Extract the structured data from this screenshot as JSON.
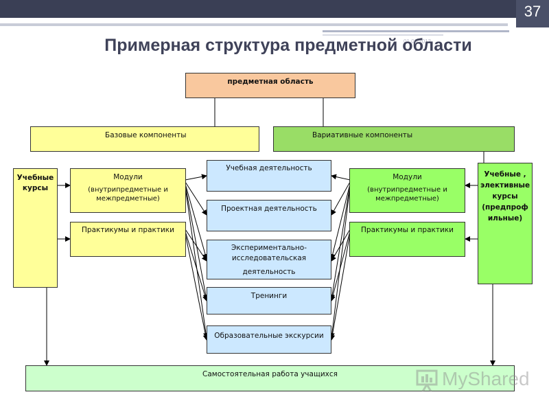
{
  "slide": {
    "page_number": "37",
    "date": "01.06.2013",
    "title": "Примерная структура  предметной  области"
  },
  "diagram": {
    "top": "предметная область",
    "base": "Базовые  компоненты",
    "variative": "Вариативные  компоненты",
    "left_courses": "Учебные курсы",
    "right_courses": "Учебные , элективные курсы (предпроф ильные)",
    "left_modules": {
      "title": "Модули",
      "sub": "(внутрипредметные и межпредметные)"
    },
    "left_practicums": "Практикумы  и практики",
    "right_modules": {
      "title": "Модули",
      "sub": "(внутрипредметные и межпредметные)"
    },
    "right_practicums": "Практикумы  и практики",
    "activities": {
      "study": "Учебная деятельность",
      "project": "Проектная  деятельность",
      "research_1": "Экспериментально-",
      "research_2": "исследовательская",
      "research_3": "деятельность",
      "trainings": "Тренинги",
      "excursions": "Образовательные  экскурсии"
    },
    "bottom": "Самостоятельная  работа учащихся"
  },
  "watermark": "MyShared",
  "colors": {
    "header_bar": "#3a3f55",
    "title": "#3f4259",
    "top_box": "#f9c89e",
    "yellow": "#ffff99",
    "green": "#99dd66",
    "light_green": "#99ff66",
    "light_blue": "#cce8ff",
    "pale_green": "#ccffcc"
  }
}
